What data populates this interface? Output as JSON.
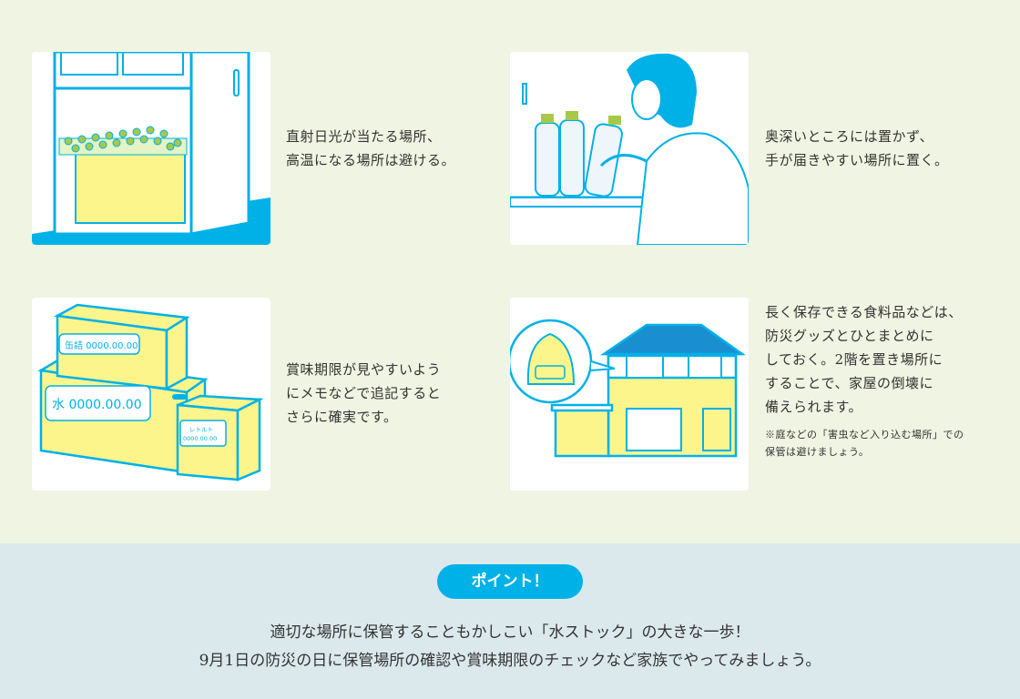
{
  "tips": [
    {
      "lines": [
        "直射日光が当たる場所、",
        "高温になる場所は避ける。"
      ]
    },
    {
      "lines": [
        "奥深いところには置かず、",
        "手が届きやすい場所に置く。"
      ]
    },
    {
      "lines": [
        "賞味期限が見やすいよう",
        "にメモなどで追記すると",
        "さらに確実です。"
      ],
      "labels": {
        "can": "缶詰 0000.00.00",
        "water": "水 0000.00.00",
        "retort_name": "レトルト",
        "retort_date": "0000.00.00"
      }
    },
    {
      "lines": [
        "長く保存できる食料品などは、",
        "防災グッズとひとまとめに",
        "しておく。2階を置き場所に",
        "することで、家屋の倒壊に",
        "備えられます。"
      ],
      "note": [
        "※庭などの「害虫など入り込む場所」での",
        "保管は避けましょう。"
      ]
    }
  ],
  "point": {
    "badge": "ポイント！",
    "line1": "適切な場所に保管することもかしこい「水ストック」の大きな一歩！",
    "line2": "9月1日の防災の日に保管場所の確認や賞味期限のチェックなど家族でやってみましょう。"
  },
  "colors": {
    "accent": "#00b1e8",
    "yellow": "#fbf58c",
    "bg": "#f0f4e2",
    "bottom_bg": "#dce9ec"
  }
}
